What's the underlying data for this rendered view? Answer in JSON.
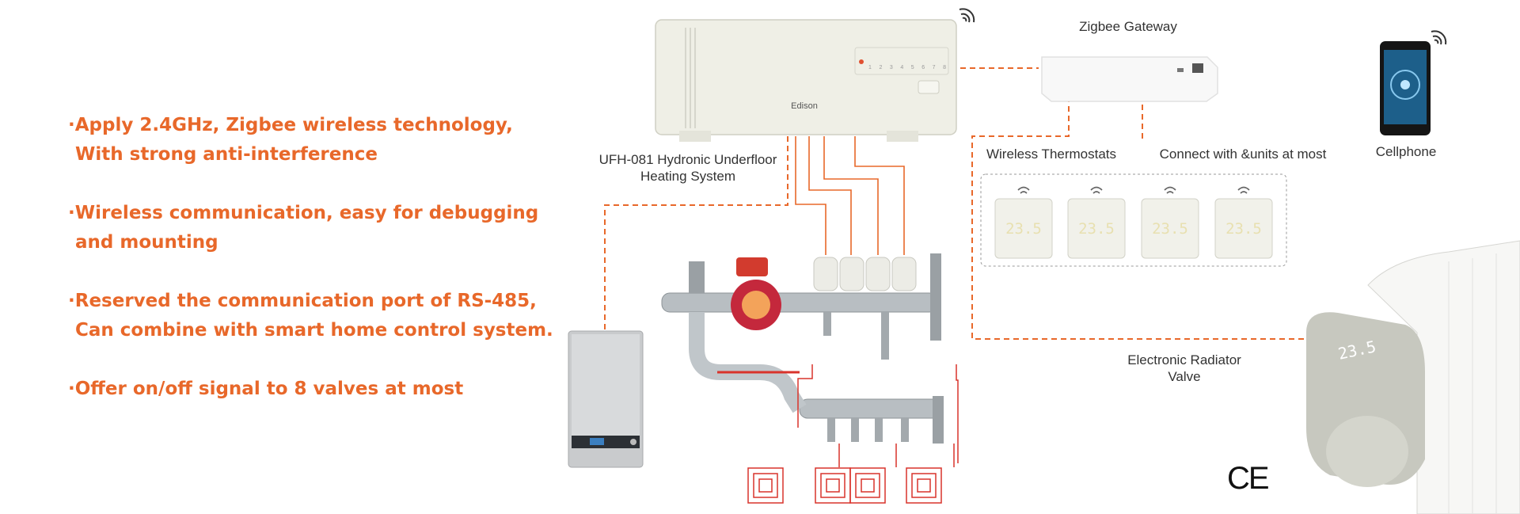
{
  "features": [
    {
      "line1": "·Apply 2.4GHz, Zigbee wireless technology,",
      "line2": "With strong  anti-interference"
    },
    {
      "line1": "·Wireless communication, easy for debugging",
      "line2": "and mounting"
    },
    {
      "line1": "·Reserved the communication port of RS-485,",
      "line2": "Can combine with smart home control system."
    },
    {
      "line1": "·Offer on/off signal to 8 valves at most",
      "line2": ""
    }
  ],
  "labels": {
    "controller": "UFH-081 Hydronic Underfloor Heating System",
    "controller_line1": "UFH-081 Hydronic Underfloor",
    "controller_line2": "Heating System",
    "gateway": "Zigbee Gateway",
    "thermostats": "Wireless Thermostats",
    "connect": "Connect with &units at most",
    "cellphone": "Cellphone",
    "radiator_line1": "Electronic Radiator",
    "radiator_line2": "Valve"
  },
  "device": {
    "brand": "Edison",
    "channels": [
      "1",
      "2",
      "3",
      "4",
      "5",
      "6",
      "7",
      "8"
    ],
    "thermostat_display": "23.5",
    "radiator_display": "23.5",
    "certification": "CE"
  },
  "colors": {
    "accent": "#e8682a",
    "connection_line": "#e8682a",
    "pipe_red": "#d9332b",
    "device_body": "#efefe6"
  }
}
